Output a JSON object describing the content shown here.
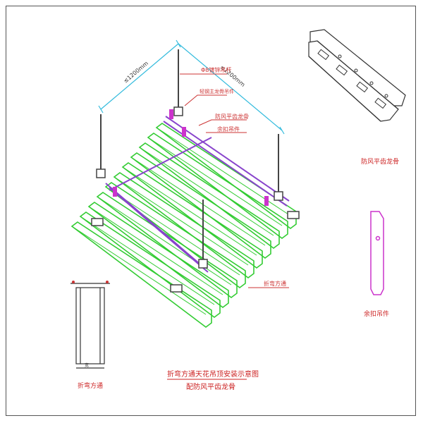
{
  "labels": {
    "dim_a": "≤1200mm",
    "dim_b": "≤1200mm",
    "hanger_rod": "Φ8镀锌吊杆",
    "main_keel": "轻钢主龙骨吊件",
    "windproof_keel": "防风平齿龙骨",
    "clip_hanger": "余扣吊件",
    "baffle": "折弯方通",
    "detail_keel_caption": "防风平齿龙骨",
    "detail_clip_caption": "余扣吊件",
    "section_caption": "折弯方通",
    "section_dim": "宽",
    "title_line1": "折弯方通天花吊顶安装示意图",
    "title_line2": "配防风平齿龙骨"
  },
  "colors": {
    "baffle": "#33cc33",
    "keel": "#8844cc",
    "clip": "#cc33cc",
    "annotation": "#cc3333",
    "dimension": "#33bbdd",
    "drawing": "#333333",
    "title": "#cc2222"
  }
}
